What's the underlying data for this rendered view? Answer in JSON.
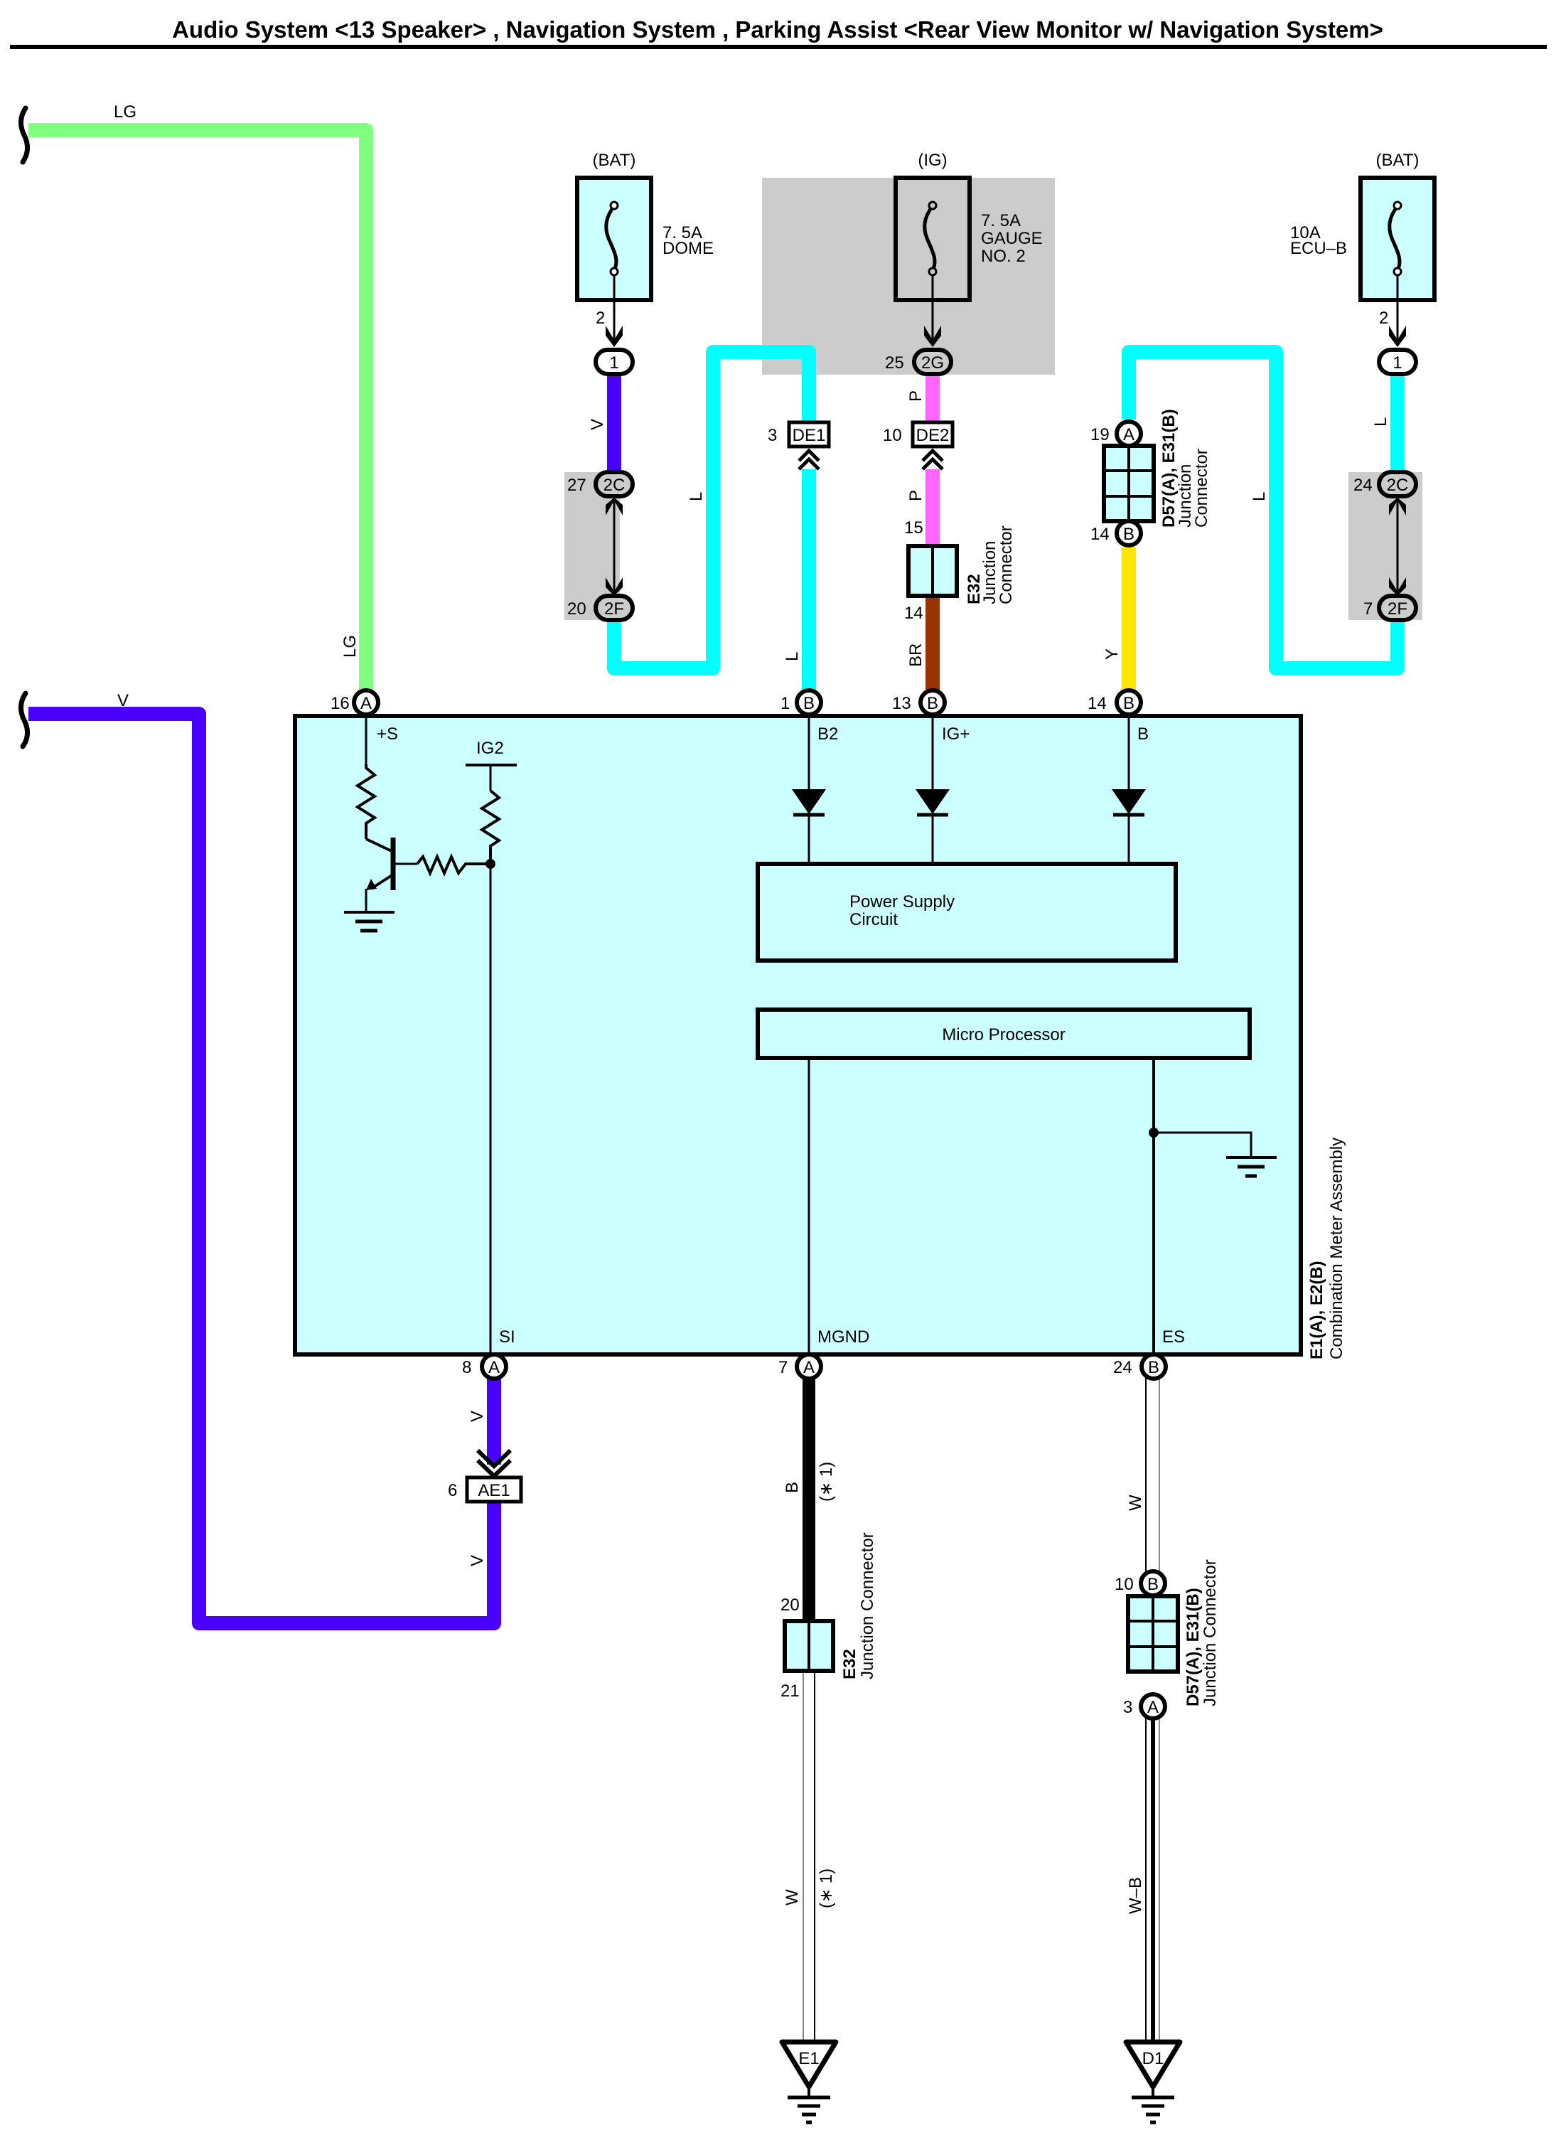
{
  "title": "Audio System <13 Speaker> , Navigation System , Parking Assist <Rear View Monitor w/ Navigation System>",
  "colors": {
    "LG": "#80ff80",
    "V": "#4a00ff",
    "L": "#00ffff",
    "P": "#ff66ff",
    "BR": "#993300",
    "Y": "#ffe600",
    "B": "#000000",
    "module_fill": "#ccffff",
    "shade": "#cccccc"
  },
  "offpage_wires": {
    "lg": "LG",
    "v": "V"
  },
  "fuses": [
    {
      "source": "(BAT)",
      "rating": "7. 5A",
      "name": "DOME",
      "pin": "2",
      "connector": "1"
    },
    {
      "source": "(IG)",
      "rating": "7. 5A",
      "name": "GAUGE",
      "name2": "NO. 2",
      "pin": "25",
      "connector": "2G"
    },
    {
      "source": "(BAT)",
      "rating": "10A",
      "name": "ECU–B",
      "pin": "2",
      "connector": "1"
    }
  ],
  "inline_connectors": {
    "c2c_left": {
      "pin": "27",
      "id": "2C"
    },
    "c2f_left": {
      "pin": "20",
      "id": "2F"
    },
    "c2c_right": {
      "pin": "24",
      "id": "2C"
    },
    "c2f_right": {
      "pin": "7",
      "id": "2F"
    },
    "de1": {
      "pin": "3",
      "id": "DE1"
    },
    "de2": {
      "pin": "10",
      "id": "DE2"
    },
    "ae1": {
      "pin": "6",
      "id": "AE1"
    }
  },
  "junction_e32_top": {
    "pin_in": "15",
    "pin_out": "14",
    "id": "E32",
    "desc": "Junction",
    "desc2": "Connector"
  },
  "junction_d57_top": {
    "pin_in": "19",
    "pin_in_id": "A",
    "pin_out": "14",
    "pin_out_id": "B",
    "id": "D57(A), E31(B)",
    "desc": "Junction",
    "desc2": "Connector"
  },
  "junction_e32_bottom": {
    "pin_in": "20",
    "pin_out": "21",
    "id": "E32",
    "desc": "Junction Connector"
  },
  "junction_d57_bottom": {
    "pin_in": "10",
    "pin_in_id": "B",
    "pin_out": "3",
    "pin_out_id": "A",
    "id": "D57(A), E31(B)",
    "desc": "Junction Connector"
  },
  "wire_labels": {
    "lg_vertical": "LG",
    "v_dome": "V",
    "l_loop_left": "L",
    "l_b2": "L",
    "p_top": "P",
    "p_mid": "P",
    "br": "BR",
    "y": "Y",
    "l_loop_right": "L",
    "l_ecub": "L",
    "v_si_1": "V",
    "v_si_2": "V",
    "b_mgnd": "B",
    "note_1": "(∗ 1)",
    "w_mgnd": "W",
    "note_2": "(∗ 1)",
    "w_es": "W",
    "wb": "W–B"
  },
  "module": {
    "id": "E1(A), E2(B)",
    "name": "Combination Meter Assembly",
    "top_pins": [
      {
        "num": "16",
        "id": "A",
        "term": "+S"
      },
      {
        "num": "1",
        "id": "B",
        "term": "B2"
      },
      {
        "num": "13",
        "id": "B",
        "term": "IG+"
      },
      {
        "num": "14",
        "id": "B",
        "term": "B"
      }
    ],
    "bottom_pins": [
      {
        "num": "8",
        "id": "A",
        "term": "SI"
      },
      {
        "num": "7",
        "id": "A",
        "term": "MGND"
      },
      {
        "num": "24",
        "id": "B",
        "term": "ES"
      }
    ],
    "ig2_label": "IG2",
    "power_supply": "Power Supply",
    "power_supply2": "Circuit",
    "micro": "Micro Processor"
  },
  "grounds": [
    {
      "id": "E1"
    },
    {
      "id": "D1"
    }
  ]
}
